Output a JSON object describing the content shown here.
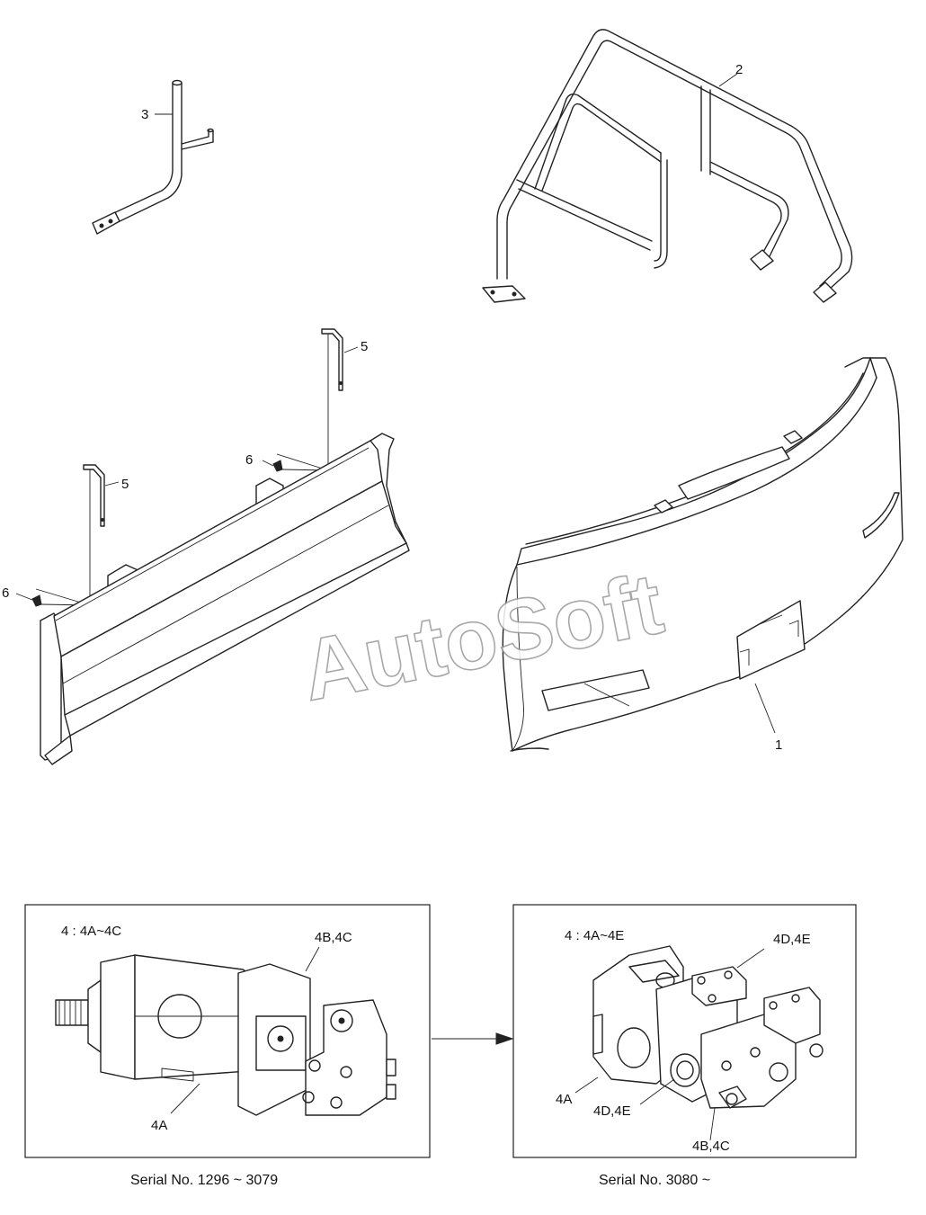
{
  "callouts": {
    "c1": "1",
    "c2": "2",
    "c3": "3",
    "c5a": "5",
    "c5b": "5",
    "c6a": "6",
    "c6b": "6"
  },
  "watermark": "AutoSoft",
  "panel_left": {
    "header": "4 : 4A~4C",
    "label_top": "4B,4C",
    "label_bottom": "4A",
    "caption": "Serial No. 1296 ~ 3079"
  },
  "panel_right": {
    "header": "4 : 4A~4E",
    "label_top": "4D,4E",
    "label_left": "4A",
    "label_mid": "4D,4E",
    "label_bottom": "4B,4C",
    "caption": "Serial No. 3080 ~"
  }
}
